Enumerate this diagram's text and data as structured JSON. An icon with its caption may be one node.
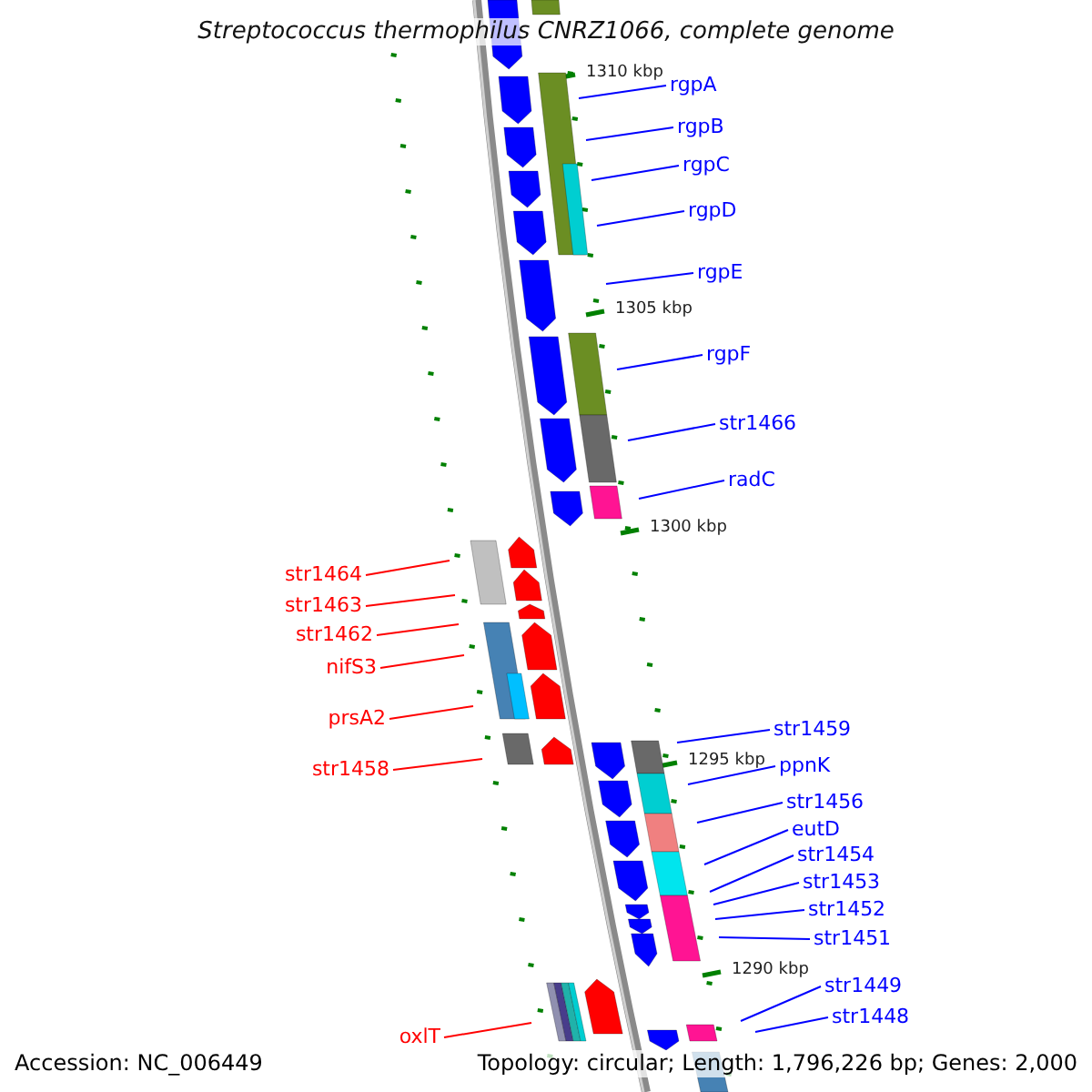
{
  "diagram": {
    "title": "Streptococcus thermophilus CNRZ1066, complete genome",
    "nodes": [
      {
        "text": [
          "rgpA"
        ]
      },
      {
        "text": [
          "rgpB"
        ]
      },
      {
        "text": [
          "rgpC"
        ]
      },
      {
        "text": [
          "rgpD"
        ]
      },
      {
        "text": [
          "rgpE"
        ]
      },
      {
        "text": [
          "rgpF"
        ]
      },
      {
        "text": [
          "str1466"
        ]
      },
      {
        "text": [
          "radC"
        ]
      },
      {
        "text": [
          "str1464"
        ]
      },
      {
        "text": [
          "str1463"
        ]
      },
      {
        "text": [
          "str1462"
        ]
      },
      {
        "text": [
          "nifS3"
        ]
      },
      {
        "text": [
          "prsA2"
        ]
      },
      {
        "text": [
          "str1458"
        ]
      },
      {
        "text": [
          "str1459"
        ]
      },
      {
        "text": [
          "ppnK"
        ]
      },
      {
        "text": [
          "str1456"
        ]
      },
      {
        "text": [
          "eutD"
        ]
      },
      {
        "text": [
          "str1454"
        ]
      },
      {
        "text": [
          "str1453"
        ]
      },
      {
        "text": [
          "str1452"
        ]
      },
      {
        "text": [
          "str1451"
        ]
      },
      {
        "text": [
          "oxlT"
        ]
      },
      {
        "text": [
          "str1449"
        ]
      },
      {
        "text": [
          "str1448"
        ]
      }
    ],
    "edges": [
      {
        "from": 0,
        "to": null,
        "arrow": "none"
      },
      {
        "from": 1,
        "to": null,
        "arrow": "none"
      },
      {
        "from": 2,
        "to": null,
        "arrow": "none"
      },
      {
        "from": 3,
        "to": null,
        "arrow": "none"
      },
      {
        "from": 4,
        "to": null,
        "arrow": "none"
      },
      {
        "from": 5,
        "to": null,
        "arrow": "none"
      },
      {
        "from": 6,
        "to": null,
        "arrow": "none"
      },
      {
        "from": 7,
        "to": null,
        "arrow": "none"
      },
      {
        "from": 8,
        "to": null,
        "arrow": "none",
        "color": "#ff0000"
      },
      {
        "from": 9,
        "to": null,
        "arrow": "none",
        "color": "#ff0000"
      },
      {
        "from": 10,
        "to": null,
        "arrow": "none",
        "color": "#ff0000"
      },
      {
        "from": 11,
        "to": null,
        "arrow": "none",
        "color": "#ff0000"
      },
      {
        "from": 12,
        "to": null,
        "arrow": "none",
        "color": "#ff0000"
      },
      {
        "from": 13,
        "to": null,
        "arrow": "none",
        "color": "#ff0000"
      },
      {
        "from": 14,
        "to": null,
        "arrow": "none"
      },
      {
        "from": 15,
        "to": null,
        "arrow": "none"
      },
      {
        "from": 16,
        "to": null,
        "arrow": "none"
      },
      {
        "from": 17,
        "to": null,
        "arrow": "none"
      },
      {
        "from": 18,
        "to": null,
        "arrow": "none"
      },
      {
        "from": 19,
        "to": null,
        "arrow": "none"
      },
      {
        "from": 20,
        "to": null,
        "arrow": "none"
      },
      {
        "from": 21,
        "to": null,
        "arrow": "none"
      },
      {
        "from": 22,
        "to": null,
        "arrow": "none",
        "color": "#ff0000"
      },
      {
        "from": 23,
        "to": null,
        "arrow": "none"
      },
      {
        "from": 24,
        "to": null,
        "arrow": "none"
      }
    ],
    "labels": [
      "1310 kbp",
      "1305 kbp",
      "1300 kbp",
      "1295 kbp",
      "1290 kbp",
      "Accession: NC_006449",
      "Topology: circular; Length: 1,796,226 bp; Genes: 2,000"
    ]
  }
}
